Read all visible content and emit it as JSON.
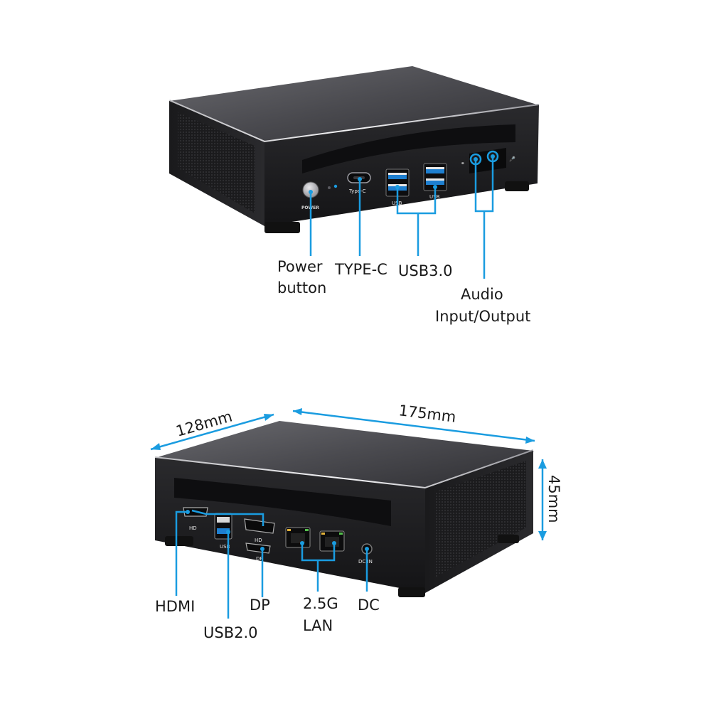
{
  "front_view": {
    "callouts": {
      "power_line1": "Power",
      "power_line2": "button",
      "type_c": "TYPE-C",
      "usb30": "USB3.0",
      "audio_line1": "Audio",
      "audio_line2": "Input/Output"
    },
    "port_markings": {
      "power": "POWER",
      "type_c": "Type-C",
      "usb_left": "USB",
      "usb_right": "USB"
    }
  },
  "rear_view": {
    "dimensions": {
      "depth": "128mm",
      "width": "175mm",
      "height": "45mm"
    },
    "callouts": {
      "hdmi": "HDMI",
      "usb20": "USB2.0",
      "dp": "DP",
      "lan_line1": "2.5G",
      "lan_line2": "LAN",
      "dc": "DC"
    },
    "port_markings": {
      "hd_left": "HD",
      "hd_right": "HD",
      "usb": "USB",
      "dp": "DP",
      "dc_in": "DC IN"
    }
  },
  "colors": {
    "accent": "#1a9ce0",
    "chassis_top": "#4a4a4e",
    "chassis_front": "#1c1c1e"
  }
}
